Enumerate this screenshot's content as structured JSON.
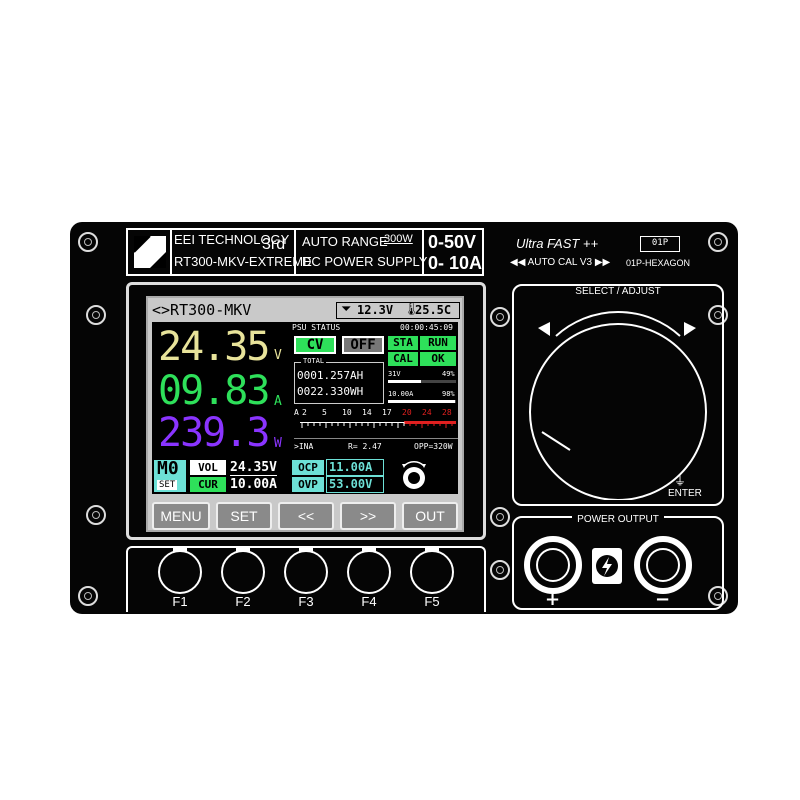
{
  "header": {
    "brand_line1": "EEI TECHNOLOGY",
    "brand_gen": "3rd",
    "brand_line2": "RT300-MKV-EXTREME",
    "auto_range": "AUTO RANGE",
    "power_rating": "300W",
    "dc_supply": "DC POWER SUPPLY",
    "voltage_range": "0-50V",
    "current_range": "0- 10A",
    "ultra_fast": "Ultra FAST ++",
    "autocal": "◀◀ AUTO CAL V3 ▶▶",
    "hex_badge": "01P",
    "hex_label": "01P-HEXAGON"
  },
  "lcd": {
    "title": "<>RT300-MKV",
    "input_voltage": "12.3V",
    "temperature": "25.5C",
    "voltage": "24.35",
    "voltage_unit": "V",
    "current": "09.83",
    "current_unit": "A",
    "power": "239.3",
    "power_unit": "W",
    "psu_status_label": "PSU STATUS",
    "runtime": "00:00:45:09",
    "mode_cv": "CV",
    "mode_off": "OFF",
    "sta_label": "STA",
    "sta_value": "RUN",
    "cal_label": "CAL",
    "cal_value": "OK",
    "total_label": "TOTAL",
    "total_ah": "0001.257AH",
    "total_wh": "0022.330WH",
    "bar1_label": "31V",
    "bar1_pct": "49%",
    "bar1_fill": 0.49,
    "bar2_label": "10.00A",
    "bar2_pct": "98%",
    "bar2_fill": 0.98,
    "scale_unit": "A",
    "scale_ticks": [
      "2",
      "5",
      "10",
      "14",
      "17",
      "20",
      "24",
      "28"
    ],
    "ina_label": ">INA",
    "r_value": "R= 2.47",
    "opp_value": "OPP=320W",
    "memory": "M0",
    "set_label": "SET",
    "vol_label": "VOL",
    "cur_label": "CUR",
    "set_voltage": "24.35V",
    "set_current": "10.00A",
    "ocp_label": "OCP",
    "ocp_value": "11.00A",
    "ovp_label": "OVP",
    "ovp_value": "53.00V"
  },
  "softkeys": [
    "MENU",
    "SET",
    "<<",
    ">>",
    "OUT"
  ],
  "fkeys": [
    "F1",
    "F2",
    "F3",
    "F4",
    "F5"
  ],
  "knob": {
    "label": "SELECT / ADJUST",
    "enter_label": "ENTER"
  },
  "output": {
    "label": "POWER OUTPUT",
    "plus": "+",
    "minus": "−"
  },
  "colors": {
    "voltage": "#e8e39a",
    "current": "#2ee05a",
    "power": "#8a34ff",
    "status_green": "#2ee05a",
    "status_cyan": "#6de0d6",
    "scale_red": "#e02020"
  },
  "icons": {
    "plug": "plug-icon",
    "thermometer": "thermometer-icon",
    "lightning": "lightning-icon",
    "ground": "ground-icon"
  }
}
